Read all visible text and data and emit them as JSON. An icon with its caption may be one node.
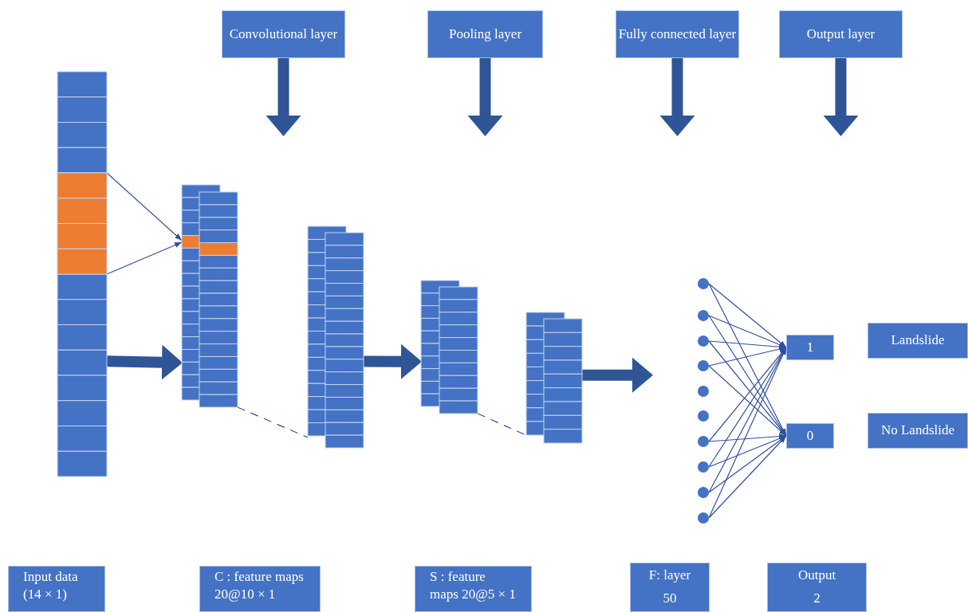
{
  "diagram": {
    "nodes": [
      {
        "text": [
          "Convolutional layer"
        ]
      },
      {
        "text": [
          "Pooling layer"
        ]
      },
      {
        "text": [
          "Fully connected layer"
        ]
      },
      {
        "text": [
          "Output layer"
        ]
      },
      {
        "text": [],
        "shape": "bar"
      },
      {
        "text": [],
        "shape": "box"
      },
      {
        "text": [],
        "shape": "box"
      },
      {
        "text": [],
        "shape": "box"
      },
      {
        "text": [],
        "shape": "box"
      },
      {
        "text": [],
        "shape": "circle"
      },
      {
        "text": [],
        "shape": "circle"
      },
      {
        "text": [],
        "shape": "circle"
      },
      {
        "text": [],
        "shape": "circle"
      },
      {
        "text": [],
        "shape": "circle"
      },
      {
        "text": [],
        "shape": "circle"
      },
      {
        "text": [],
        "shape": "circle"
      },
      {
        "text": [],
        "shape": "circle"
      },
      {
        "text": [],
        "shape": "circle"
      },
      {
        "text": [],
        "shape": "circle"
      },
      {
        "text": [
          "1"
        ]
      },
      {
        "text": [
          "Landslide"
        ]
      },
      {
        "text": [
          "0"
        ]
      },
      {
        "text": [
          "No Landslide"
        ]
      },
      {
        "text": [
          "Input data (14 × 1)"
        ]
      },
      {
        "text": [
          "C : feature maps 20@10 × 1"
        ]
      },
      {
        "text": [
          "S : feature maps 20@5 × 1"
        ]
      },
      {
        "text": [
          "F: layer",
          "50"
        ]
      },
      {
        "text": [
          "Output",
          "2"
        ]
      }
    ],
    "edges": [
      {
        "from": 0,
        "to": null,
        "arrow": "to",
        "style": "thick"
      },
      {
        "from": 1,
        "to": null,
        "arrow": "to",
        "style": "thick"
      },
      {
        "from": 2,
        "to": null,
        "arrow": "to",
        "style": "thick"
      },
      {
        "from": 3,
        "to": null,
        "arrow": "to",
        "style": "thick"
      },
      {
        "from": 4,
        "to": 5,
        "arrow": "to"
      },
      {
        "from": 4,
        "to": 5,
        "arrow": "to"
      },
      {
        "from": 4,
        "to": 5,
        "arrow": "to",
        "style": "thick"
      },
      {
        "from": 5,
        "to": 6,
        "arrow": "none",
        "style": "dashed"
      },
      {
        "from": 6,
        "to": 7,
        "arrow": "to",
        "style": "thick"
      },
      {
        "from": 7,
        "to": 8,
        "arrow": "none",
        "style": "dashed"
      },
      {
        "from": 8,
        "to": null,
        "arrow": "to",
        "style": "thick"
      },
      {
        "from": 9,
        "to": 19,
        "arrow": "to"
      },
      {
        "from": 9,
        "to": 21,
        "arrow": "to"
      },
      {
        "from": 10,
        "to": 19,
        "arrow": "to"
      },
      {
        "from": 10,
        "to": 21,
        "arrow": "to"
      },
      {
        "from": 11,
        "to": 19,
        "arrow": "to"
      },
      {
        "from": 11,
        "to": 21,
        "arrow": "to"
      },
      {
        "from": 12,
        "to": 19,
        "arrow": "to"
      },
      {
        "from": 12,
        "to": 21,
        "arrow": "to"
      },
      {
        "from": 15,
        "to": 19,
        "arrow": "to"
      },
      {
        "from": 15,
        "to": 21,
        "arrow": "to"
      },
      {
        "from": 16,
        "to": 19,
        "arrow": "to"
      },
      {
        "from": 16,
        "to": 21,
        "arrow": "to"
      },
      {
        "from": 17,
        "to": 19,
        "arrow": "to"
      },
      {
        "from": 17,
        "to": 21,
        "arrow": "to"
      },
      {
        "from": 18,
        "to": 19,
        "arrow": "to"
      },
      {
        "from": 18,
        "to": 21,
        "arrow": "to"
      }
    ]
  }
}
